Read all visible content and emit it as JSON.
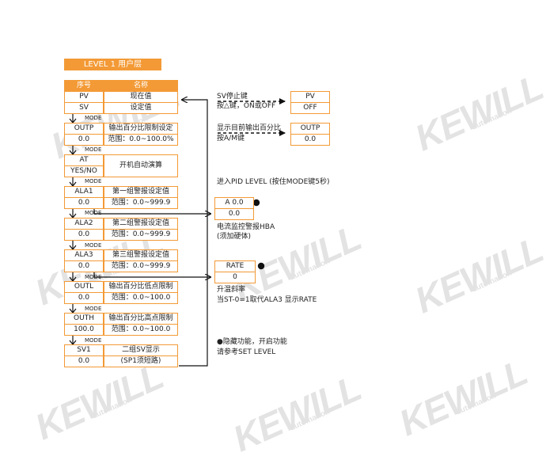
{
  "title": "LEVEL 1  用户层",
  "header": {
    "col1": "序号",
    "col2": "名称"
  },
  "rows": [
    {
      "code": "PV",
      "name": "现在值"
    },
    {
      "code": "SV",
      "name": "设定值"
    },
    {
      "code": "OUTP",
      "name": "输出百分比限制设定"
    },
    {
      "code": "0.0",
      "name": "范围：0.0~100.0%"
    },
    {
      "code": "AT",
      "name": "开机自动演算"
    },
    {
      "code": "YES/NO",
      "name": ""
    },
    {
      "code": "ALA1",
      "name": "第一组警报设定值"
    },
    {
      "code": "0.0",
      "name": "范围：0.0~999.9"
    },
    {
      "code": "ALA2",
      "name": "第二组警报设定值"
    },
    {
      "code": "0.0",
      "name": "范围：0.0~999.9"
    },
    {
      "code": "ALA3",
      "name": "第三组警报设定值"
    },
    {
      "code": "0.0",
      "name": "范围：0.0~999.9"
    },
    {
      "code": "OUTL",
      "name": "输出百分比低点限制"
    },
    {
      "code": "0.0",
      "name": "范围：0.0~100.0"
    },
    {
      "code": "OUTH",
      "name": "输出百分比高点限制"
    },
    {
      "code": "100.0",
      "name": "范围：0.0~100.0"
    },
    {
      "code": "SV1",
      "name": "二组SV显示"
    },
    {
      "code": "0.0",
      "name": "(SP1须短路)"
    }
  ],
  "mode_label": "MODE",
  "right": {
    "sv_stop": {
      "line1": "SV停止键",
      "line2": "按△键，ON或OFF",
      "box1": "PV",
      "box2": "OFF"
    },
    "outp": {
      "line1": "显示目前输出百分比",
      "line2": "按A/M键",
      "box1": "OUTP",
      "box2": "0.0"
    },
    "pid": "进入PID LEVEL  (按住MODE键5秒)",
    "hba": {
      "box1": "A 0.0",
      "box2": "0.0",
      "line1": "电流监控警报HBA",
      "line2": "(须加硬体)"
    },
    "rate": {
      "box1": "RATE",
      "box2": "0",
      "line1": "升温斜率",
      "line2": "当ST-0=1取代ALA3   显示RATE"
    },
    "hidden": {
      "line1": "●隐藏功能，开启功能",
      "line2": "请参考SET LEVEL"
    }
  },
  "watermark": {
    "brand": "KEWILL",
    "sub": "automation"
  },
  "colors": {
    "accent": "#f39a36",
    "line": "#111111",
    "watermark": "#e3e3e3"
  }
}
